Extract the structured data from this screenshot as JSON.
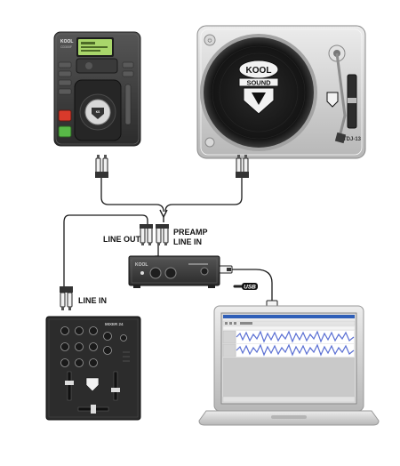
{
  "labels": {
    "line_out": "LINE OUT",
    "preamp_line_in_1": "PREAMP",
    "preamp_line_in_2": "LINE IN",
    "mixer_line_in": "LINE IN",
    "usb": "USB"
  },
  "brand": {
    "logo_top": "KOOL",
    "logo_bottom": "SOUND",
    "cd_player_model": "KOOL",
    "cd_player_sub": "CD300F",
    "turntable_model": "TDJ-13",
    "mixer_model": "MIXER 24",
    "preamp_badge": "KOOL"
  },
  "colors": {
    "cable": "#1a1a1a",
    "device_dark": "#3c3c3c",
    "device_silver": "#cfcfcf",
    "lcd_green": "#a9d66b",
    "play_green": "#58b947",
    "stop_red": "#d93a2b",
    "waveform_blue": "#5a6fd3"
  }
}
